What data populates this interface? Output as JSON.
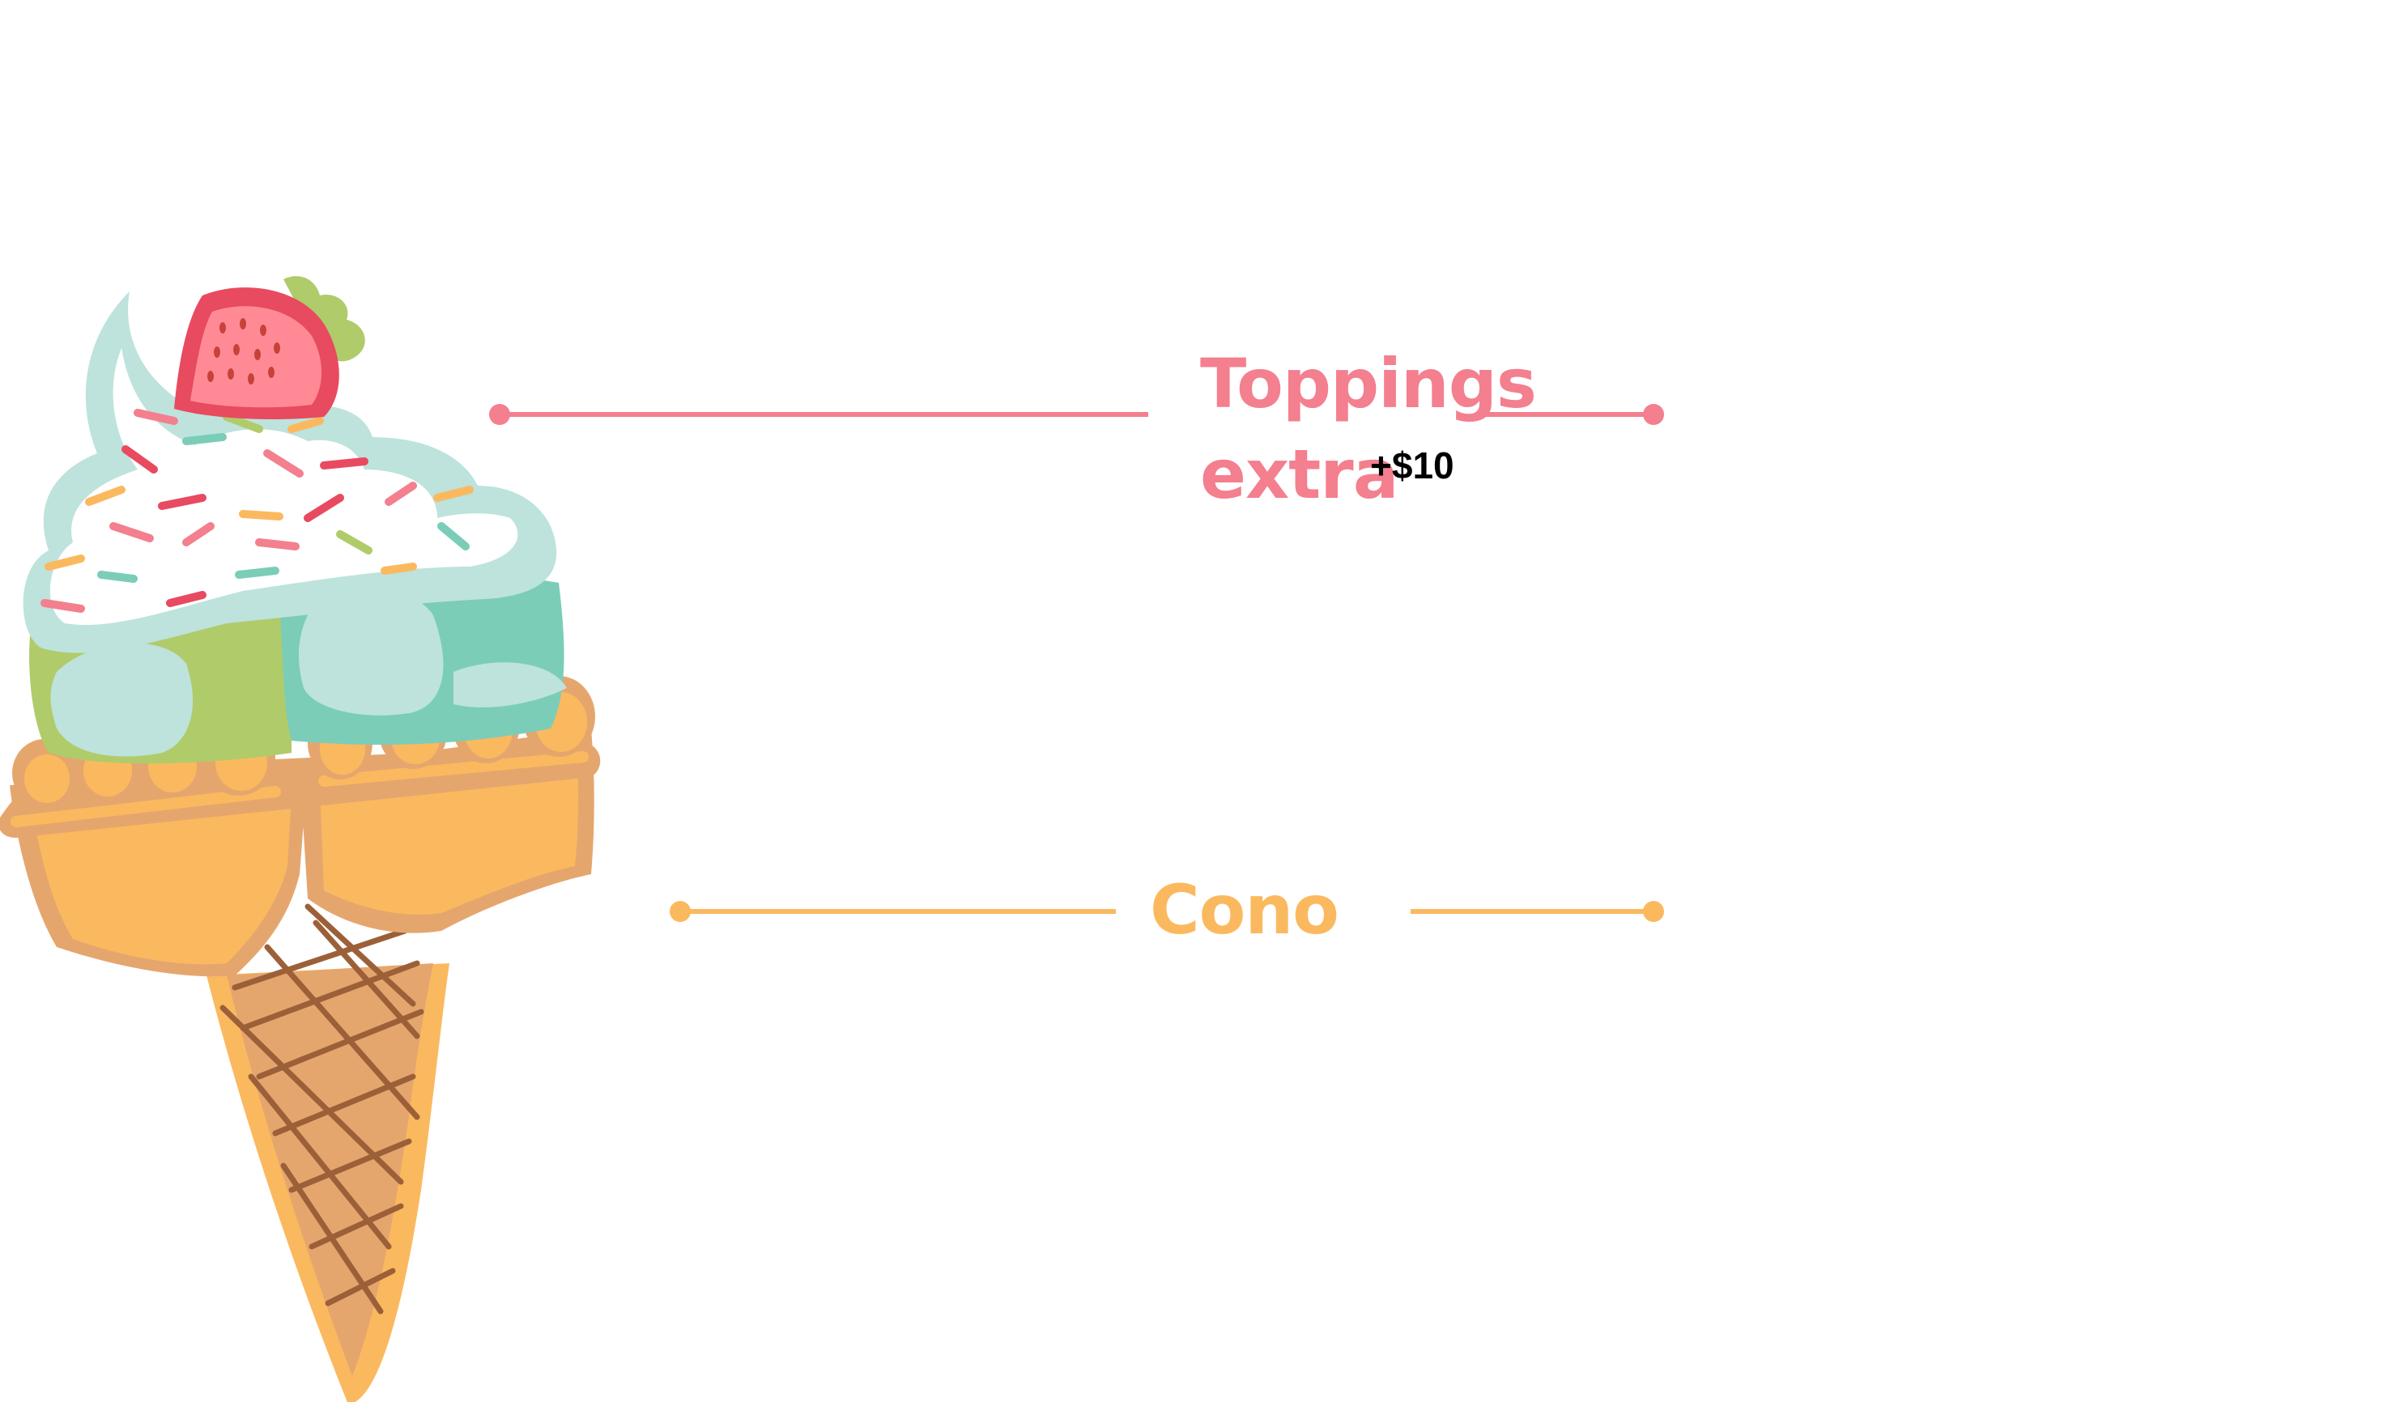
{
  "callouts": {
    "toppings": {
      "line1": "Toppings",
      "line2": "extra",
      "price": "+$10",
      "color": "#f37f8f"
    },
    "cono": {
      "label": "Cono",
      "color": "#fbb95f"
    }
  },
  "illustration": {
    "icon": "ice-cream-cone-with-strawberry-icon"
  }
}
